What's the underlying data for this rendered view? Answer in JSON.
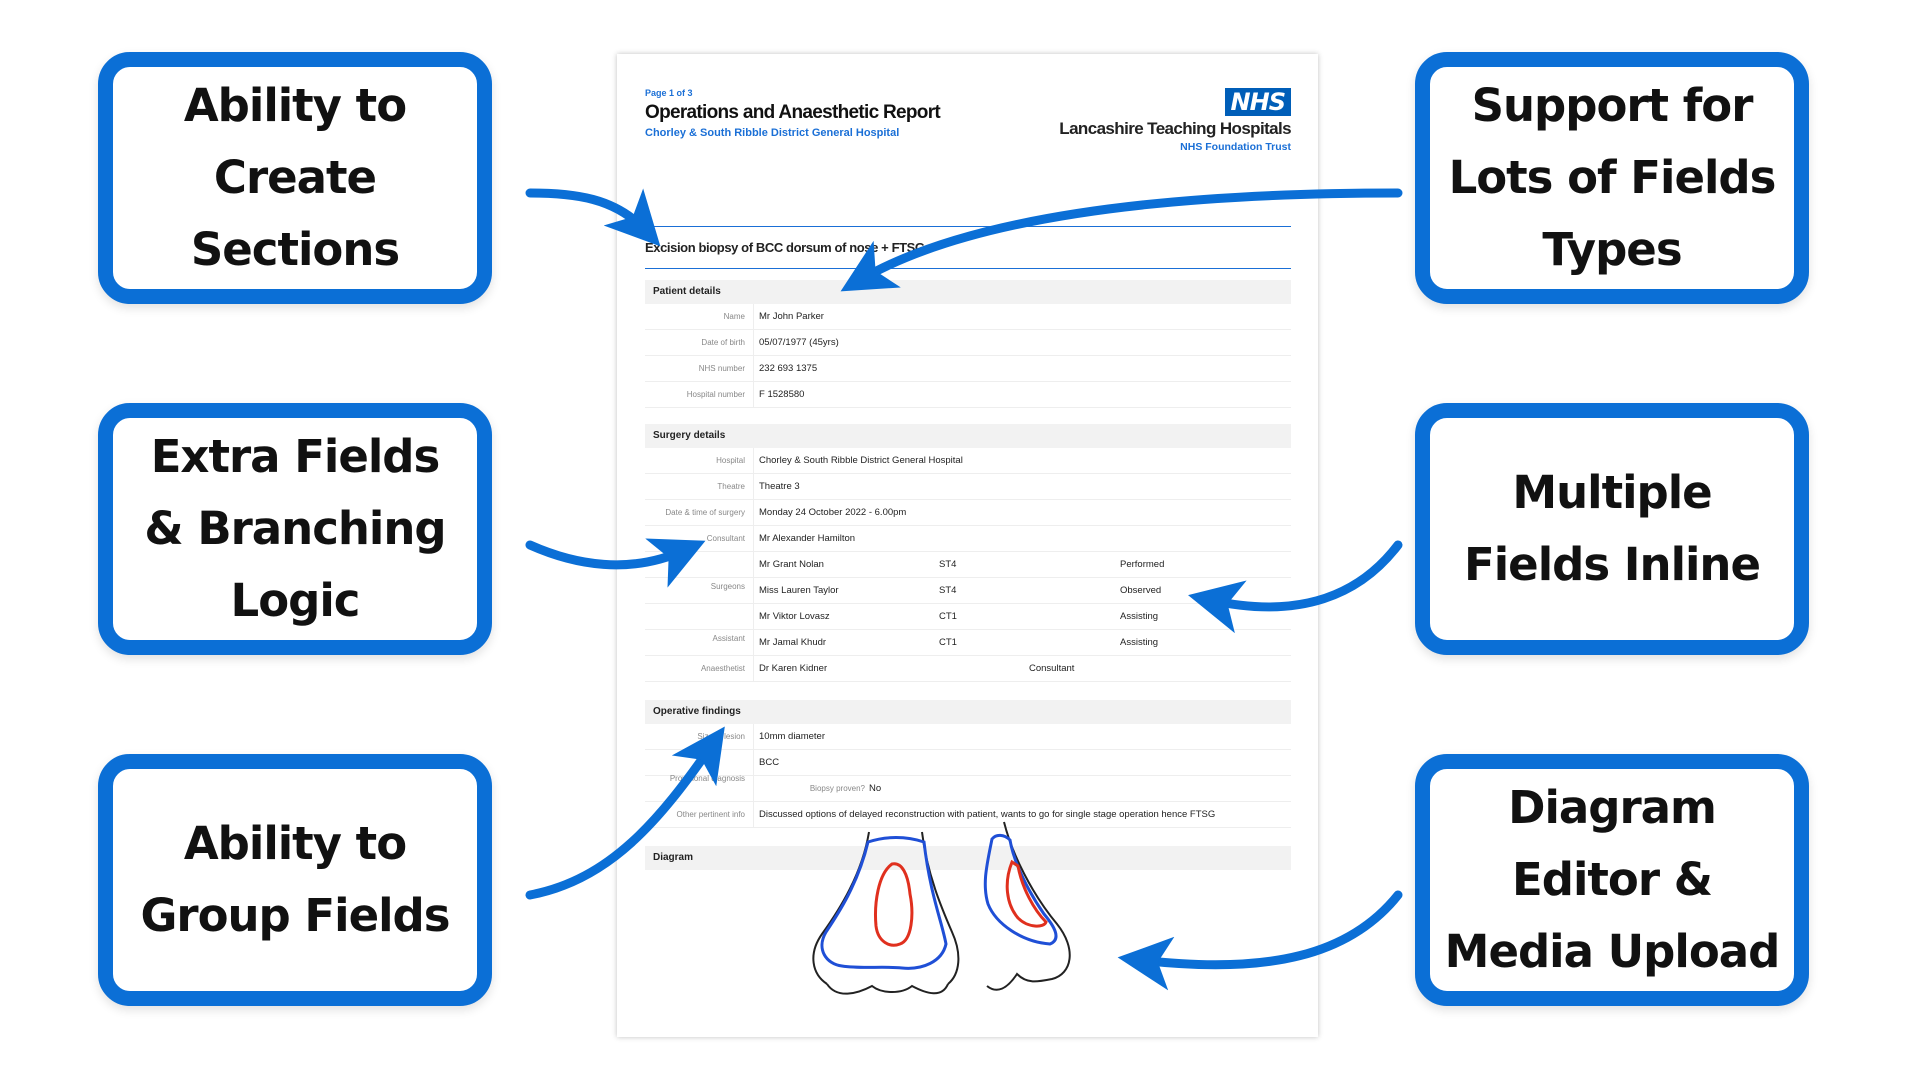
{
  "callouts": {
    "top_left": "Ability to Create Sections",
    "mid_left": "Extra Fields & Branching Logic",
    "bottom_left": "Ability to Group Fields",
    "top_right": "Support for Lots of Fields Types",
    "mid_right": "Multiple Fields Inline",
    "bottom_right": "Diagram Editor & Media Upload"
  },
  "colors": {
    "accent": "#0b6fd6",
    "nhs_blue": "#005eb8",
    "diagram_red": "#e0301e",
    "diagram_blue": "#1f4fd6"
  },
  "report": {
    "page": "Page 1 of 3",
    "title": "Operations and Anaesthetic Report",
    "hospital": "Chorley & South Ribble District General Hospital",
    "nhs_logo": "NHS",
    "trust": "Lancashire Teaching Hospitals",
    "foundation": "NHS Foundation Trust",
    "procedure": "Excision biopsy of BCC dorsum of nose + FTSG",
    "patient": {
      "heading": "Patient details",
      "rows": [
        {
          "label": "Name",
          "value": "Mr John Parker"
        },
        {
          "label": "Date of birth",
          "value": "05/07/1977 (45yrs)"
        },
        {
          "label": "NHS number",
          "value": "232 693 1375"
        },
        {
          "label": "Hospital number",
          "value": "F 1528580"
        }
      ]
    },
    "surgery": {
      "heading": "Surgery details",
      "rows": [
        {
          "label": "Hospital",
          "value": "Chorley & South Ribble District General Hospital"
        },
        {
          "label": "Theatre",
          "value": "Theatre 3"
        },
        {
          "label": "Date & time of surgery",
          "value": "Monday 24 October 2022 - 6.00pm"
        },
        {
          "label": "Consultant",
          "value": "Mr Alexander Hamilton"
        }
      ],
      "surgeons_label": "Surgeons",
      "assistant_label": "Assistant",
      "team": [
        {
          "name": "Mr Grant Nolan",
          "grade": "ST4",
          "role": "Performed"
        },
        {
          "name": "Miss Lauren Taylor",
          "grade": "ST4",
          "role": "Observed"
        },
        {
          "name": "Mr Viktor Lovasz",
          "grade": "CT1",
          "role": "Assisting"
        },
        {
          "name": "Mr Jamal Khudr",
          "grade": "CT1",
          "role": "Assisting"
        }
      ],
      "anaesthetist": {
        "label": "Anaesthetist",
        "name": "Dr Karen Kidner",
        "grade": "Consultant"
      }
    },
    "findings": {
      "heading": "Operative findings",
      "size_label": "Size of lesion",
      "size_value": "10mm diameter",
      "diagnosis_label": "Provisional diagnosis",
      "diagnosis_value": "BCC",
      "biopsy_label": "Biopsy proven?",
      "biopsy_value": "No",
      "other_label": "Other pertinent info",
      "other_value": "Discussed options of delayed reconstruction with patient, wants to go for single stage operation hence FTSG"
    },
    "diagram": {
      "heading": "Diagram"
    }
  }
}
